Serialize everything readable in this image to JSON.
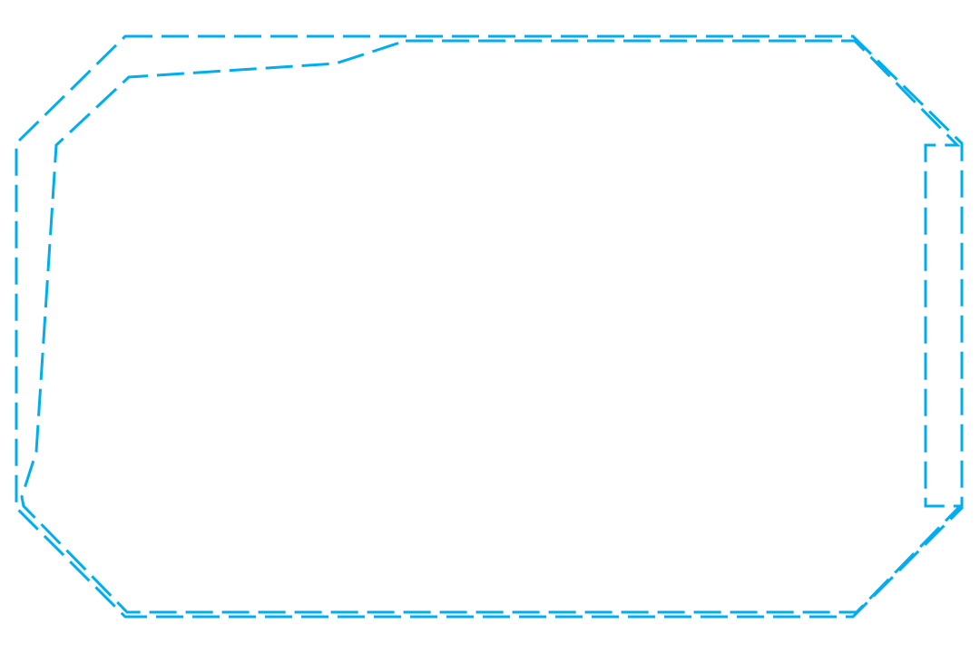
{
  "diagram": {
    "stroke_color": "#00aeef",
    "line_style": "dashed",
    "shapes": [
      {
        "name": "outer-octagon-outline"
      },
      {
        "name": "inner-irregular-outline"
      }
    ]
  }
}
